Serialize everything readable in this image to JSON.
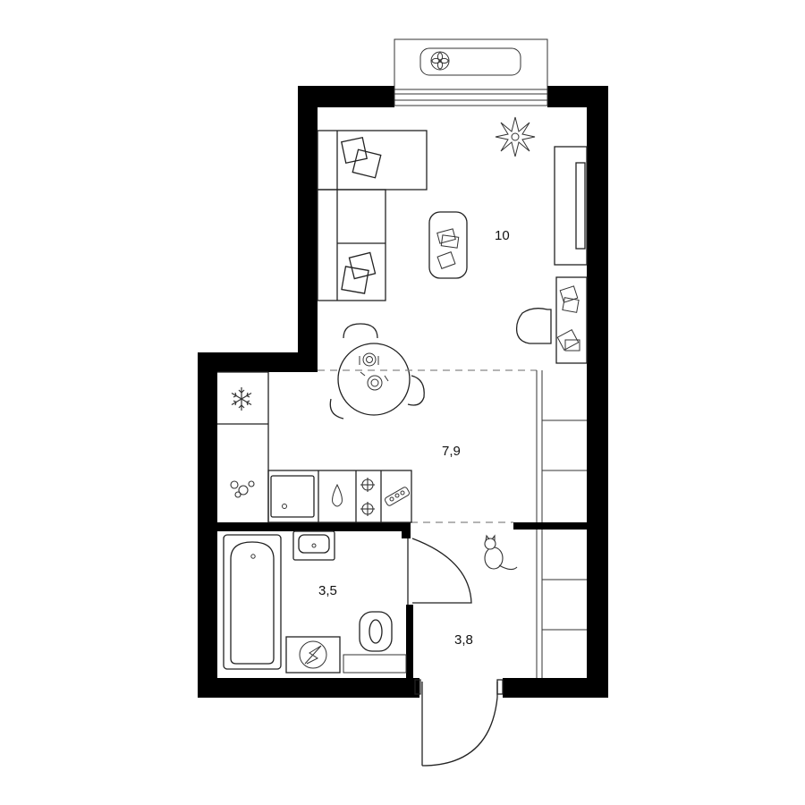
{
  "plan": {
    "rooms": [
      {
        "id": "living",
        "area": "10"
      },
      {
        "id": "kitchen",
        "area": "7,9"
      },
      {
        "id": "bathroom",
        "area": "3,5"
      },
      {
        "id": "hallway",
        "area": "3,8"
      }
    ],
    "icons": [
      "fan-icon",
      "plant-icon",
      "snowflake-icon",
      "washer-icon",
      "stove-icon",
      "sink-icon",
      "cat-icon",
      "toilet-icon"
    ],
    "colors": {
      "walls": "#000000",
      "lines": "#222222",
      "zone_divider": "#888888"
    }
  }
}
